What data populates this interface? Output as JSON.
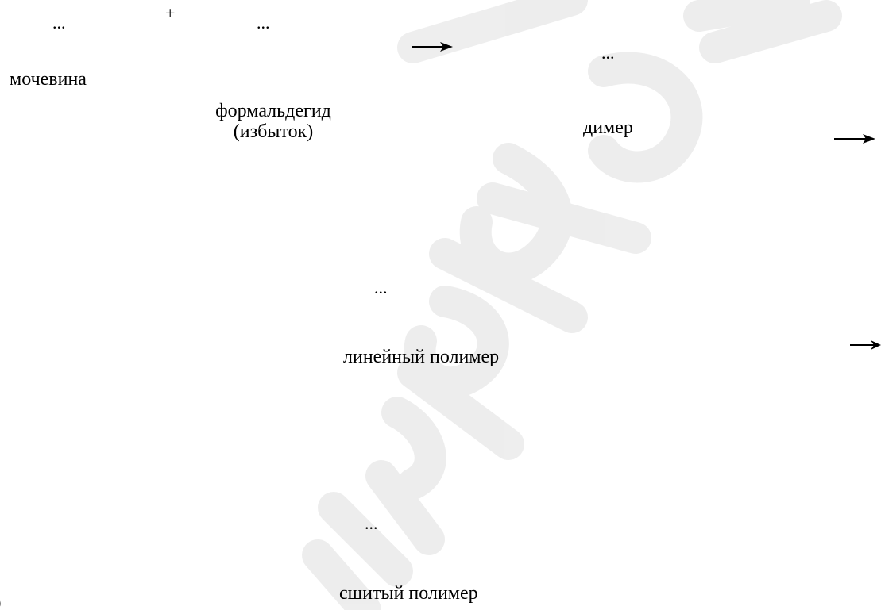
{
  "scheme": {
    "reactant1": {
      "formula": "...",
      "name": "мочевина"
    },
    "plus_sign": "+",
    "reactant2": {
      "formula": "...",
      "name_line1": "формальдегид",
      "name_line2": "(избыток)"
    },
    "dimer": {
      "formula": "...",
      "name": "димер"
    },
    "linear_polymer": {
      "formula": "...",
      "name": "линейный полимер"
    },
    "crosslinked_polymer": {
      "formula": "...",
      "name": "сшитый полимер"
    }
  },
  "colors": {
    "text": "#000000",
    "watermark": "#ebebeb",
    "background": "#ffffff"
  },
  "icons": {
    "reaction_arrow": "right-arrow-icon"
  }
}
